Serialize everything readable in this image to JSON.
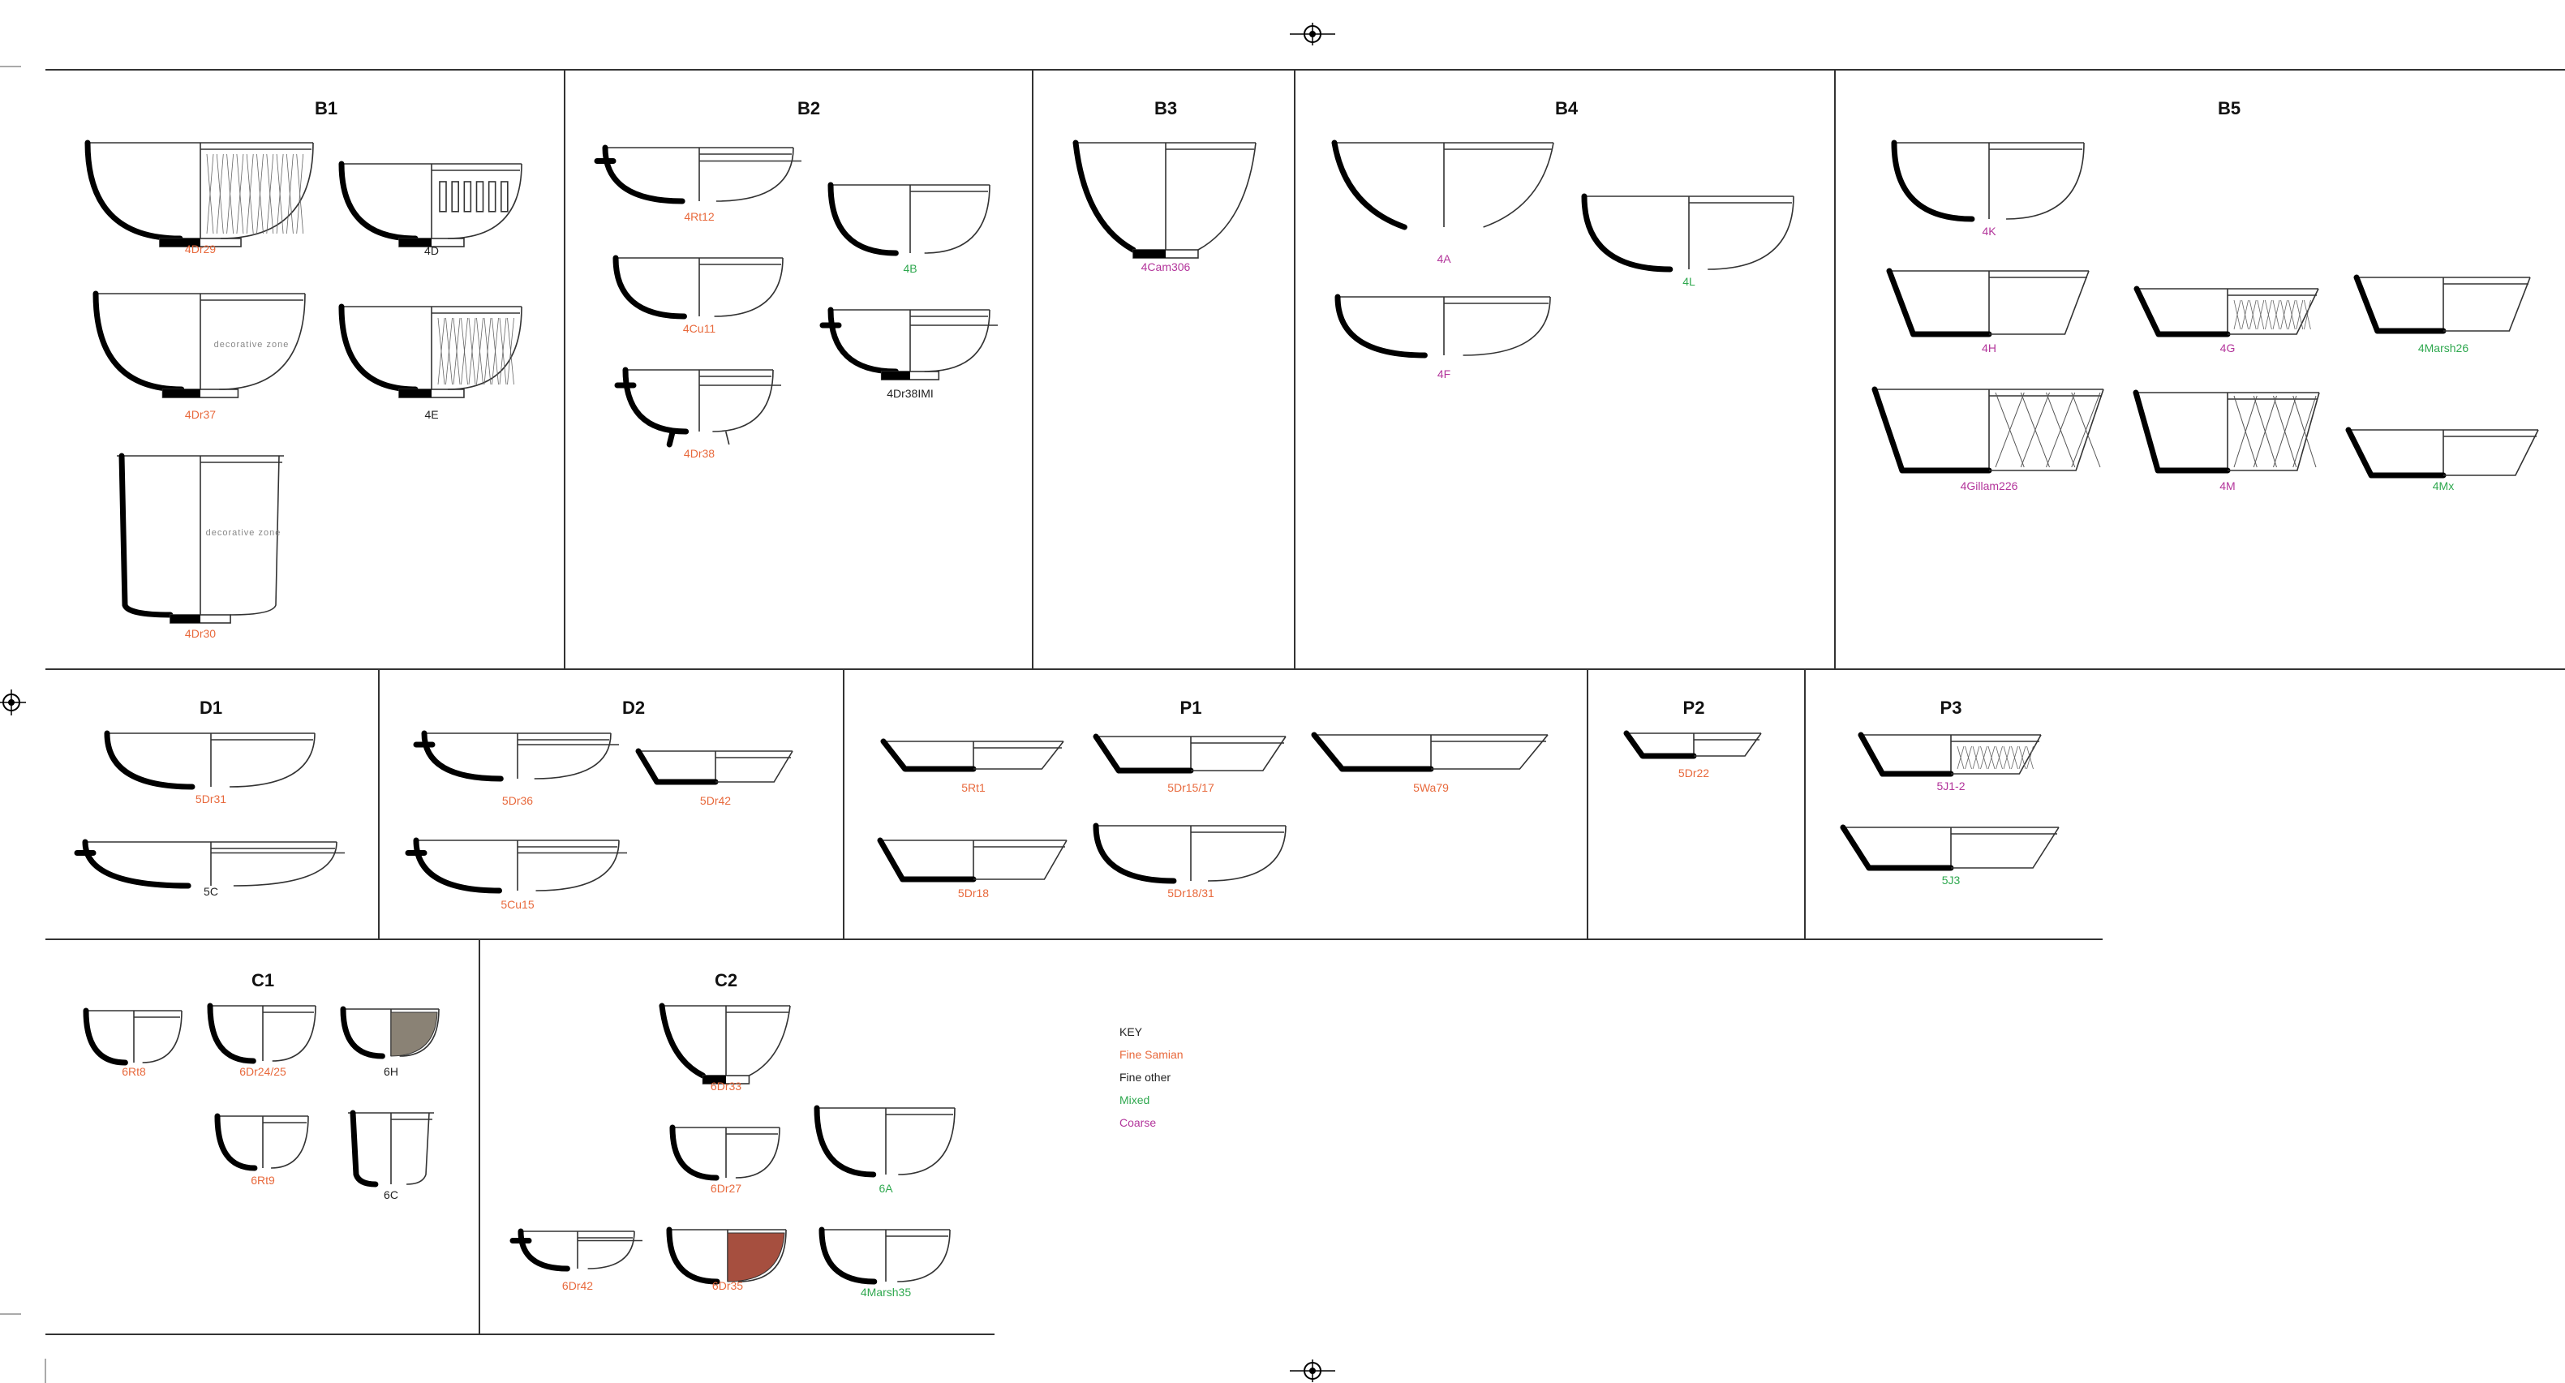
{
  "colors": {
    "fine_samian": "#e8693c",
    "fine_other": "#222222",
    "mixed": "#2fa84f",
    "coarse": "#b3359b",
    "profile": "#000000",
    "line": "#333333"
  },
  "groups": {
    "B1": {
      "title": "B1",
      "items": [
        {
          "label": "4Dr29",
          "cat": "fine_samian"
        },
        {
          "label": "4D",
          "cat": "fine_other"
        },
        {
          "label": "4Dr37",
          "cat": "fine_samian"
        },
        {
          "label": "4E",
          "cat": "fine_other"
        },
        {
          "label": "4Dr30",
          "cat": "fine_samian"
        }
      ],
      "notes": [
        "decorative zone",
        "decorative zone"
      ]
    },
    "B2": {
      "title": "B2",
      "items": [
        {
          "label": "4Rt12",
          "cat": "fine_samian"
        },
        {
          "label": "4B",
          "cat": "mixed"
        },
        {
          "label": "4Cu11",
          "cat": "fine_samian"
        },
        {
          "label": "4Dr38IMI",
          "cat": "fine_other"
        },
        {
          "label": "4Dr38",
          "cat": "fine_samian"
        }
      ]
    },
    "B3": {
      "title": "B3",
      "items": [
        {
          "label": "4Cam306",
          "cat": "coarse"
        }
      ]
    },
    "B4": {
      "title": "B4",
      "items": [
        {
          "label": "4A",
          "cat": "coarse"
        },
        {
          "label": "4L",
          "cat": "mixed"
        },
        {
          "label": "4F",
          "cat": "coarse"
        }
      ]
    },
    "B5": {
      "title": "B5",
      "items": [
        {
          "label": "4K",
          "cat": "coarse"
        },
        {
          "label": "4H",
          "cat": "coarse"
        },
        {
          "label": "4G",
          "cat": "coarse"
        },
        {
          "label": "4Marsh26",
          "cat": "mixed"
        },
        {
          "label": "4Gillam226",
          "cat": "coarse"
        },
        {
          "label": "4M",
          "cat": "coarse"
        },
        {
          "label": "4Mx",
          "cat": "mixed"
        }
      ]
    },
    "D1": {
      "title": "D1",
      "items": [
        {
          "label": "5Dr31",
          "cat": "fine_samian"
        },
        {
          "label": "5C",
          "cat": "fine_other"
        }
      ]
    },
    "D2": {
      "title": "D2",
      "items": [
        {
          "label": "5Dr36",
          "cat": "fine_samian"
        },
        {
          "label": "5Dr42",
          "cat": "fine_samian"
        },
        {
          "label": "5Cu15",
          "cat": "fine_samian"
        }
      ]
    },
    "P1": {
      "title": "P1",
      "items": [
        {
          "label": "5Rt1",
          "cat": "fine_samian"
        },
        {
          "label": "5Dr15/17",
          "cat": "fine_samian"
        },
        {
          "label": "5Wa79",
          "cat": "fine_samian"
        },
        {
          "label": "5Dr18",
          "cat": "fine_samian"
        },
        {
          "label": "5Dr18/31",
          "cat": "fine_samian"
        }
      ]
    },
    "P2": {
      "title": "P2",
      "items": [
        {
          "label": "5Dr22",
          "cat": "fine_samian"
        }
      ]
    },
    "P3": {
      "title": "P3",
      "items": [
        {
          "label": "5J1-2",
          "cat": "coarse"
        },
        {
          "label": "5J3",
          "cat": "mixed"
        }
      ]
    },
    "C1": {
      "title": "C1",
      "items": [
        {
          "label": "6Rt8",
          "cat": "fine_samian"
        },
        {
          "label": "6Dr24/25",
          "cat": "fine_samian"
        },
        {
          "label": "6H",
          "cat": "fine_other"
        },
        {
          "label": "6Rt9",
          "cat": "fine_samian"
        },
        {
          "label": "6C",
          "cat": "fine_other"
        }
      ]
    },
    "C2": {
      "title": "C2",
      "items": [
        {
          "label": "6Dr33",
          "cat": "fine_samian"
        },
        {
          "label": "6Dr27",
          "cat": "fine_samian"
        },
        {
          "label": "6A",
          "cat": "mixed"
        },
        {
          "label": "6Dr42",
          "cat": "fine_samian"
        },
        {
          "label": "6Dr35",
          "cat": "fine_samian"
        },
        {
          "label": "4Marsh35",
          "cat": "mixed"
        }
      ]
    }
  },
  "key": {
    "title": "KEY",
    "entries": [
      {
        "label": "Fine Samian",
        "cat": "fine_samian"
      },
      {
        "label": "Fine other",
        "cat": "fine_other"
      },
      {
        "label": "Mixed",
        "cat": "mixed"
      },
      {
        "label": "Coarse",
        "cat": "coarse"
      }
    ]
  }
}
